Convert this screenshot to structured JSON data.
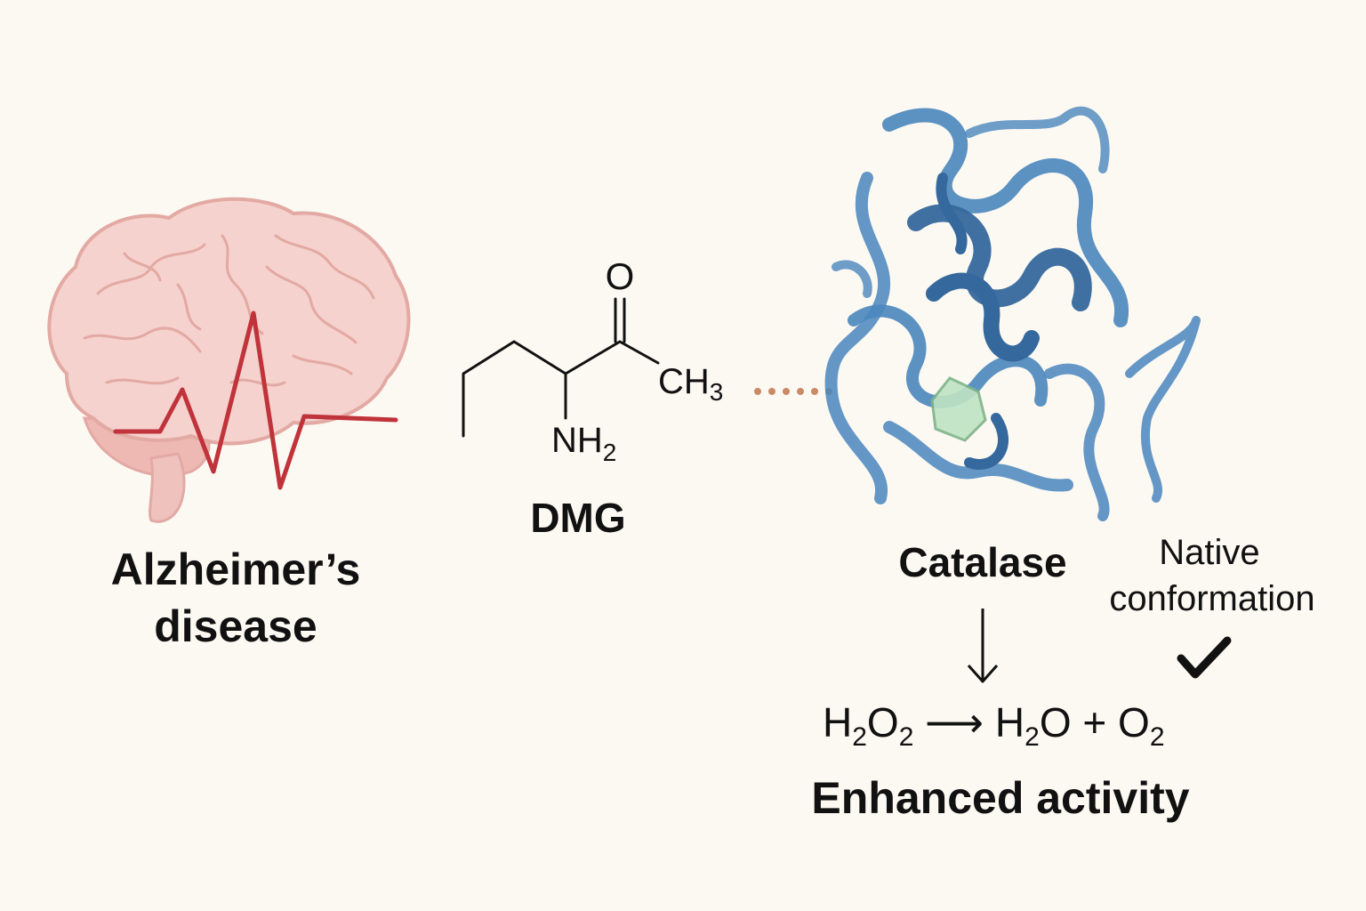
{
  "disease": {
    "label_line1": "Alzheimer’s",
    "label_line2": "disease",
    "icon": "brain-with-ekg-icon",
    "colors": {
      "brain": "#f4cfcb",
      "outline": "#e3a9a3",
      "trace": "#c0333a"
    }
  },
  "molecule": {
    "name": "DMG",
    "atoms": {
      "oxygen": "O",
      "methyl": "CH",
      "methyl_sub": "3",
      "amine": "NH",
      "amine_sub": "2"
    },
    "link_color": "#c98a66"
  },
  "enzyme": {
    "name": "Catalase",
    "icon": "protein-ribbon-icon",
    "colors": {
      "ribbon": "#4a86bd",
      "ribbon_dark": "#35689c",
      "active_site": "#bfe3c3"
    }
  },
  "native": {
    "line1": "Native",
    "line2": "conformation",
    "icon": "check-icon"
  },
  "reaction": {
    "reactant": {
      "a": "H",
      "a_sub": "2",
      "b": "O",
      "b_sub": "2"
    },
    "arrow": "⟶",
    "product1": {
      "a": "H",
      "a_sub": "2",
      "b": "O"
    },
    "plus": "+",
    "product2": {
      "a": "O",
      "a_sub": "2"
    }
  },
  "result": {
    "label": "Enhanced activity"
  }
}
